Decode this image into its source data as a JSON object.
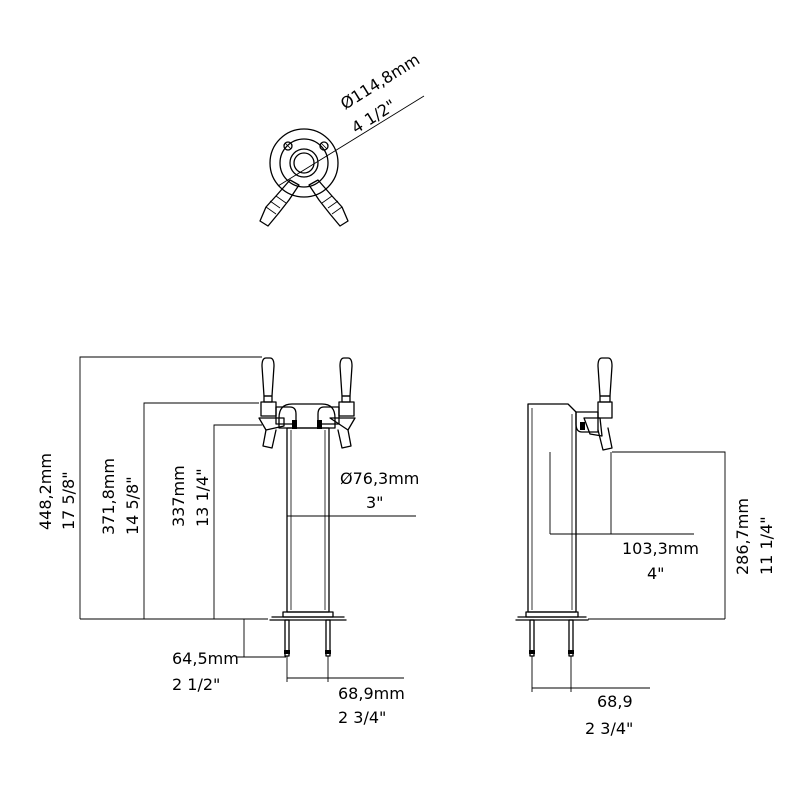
{
  "top_view": {
    "diameter_mm": "Ø114,8mm",
    "diameter_in": "4 1/2\""
  },
  "front_view": {
    "height_total_mm": "448,2mm",
    "height_total_in": "17 5/8\"",
    "height_upper_mm": "371,8mm",
    "height_upper_in": "14 5/8\"",
    "height_spout_mm": "337mm",
    "height_spout_in": "13 1/4\"",
    "column_dia_mm": "Ø76,3mm",
    "column_dia_in": "3\"",
    "stud_len_mm": "64,5mm",
    "stud_len_in": "2 1/2\"",
    "stud_spacing_mm": "68,9mm",
    "stud_spacing_in": "2 3/4\""
  },
  "side_view": {
    "spout_height_mm": "286,7mm",
    "spout_height_in": "11 1/4\"",
    "spout_reach_mm": "103,3mm",
    "spout_reach_in": "4\"",
    "stud_spacing_mm": "68,9",
    "stud_spacing_in": "2 3/4\""
  }
}
